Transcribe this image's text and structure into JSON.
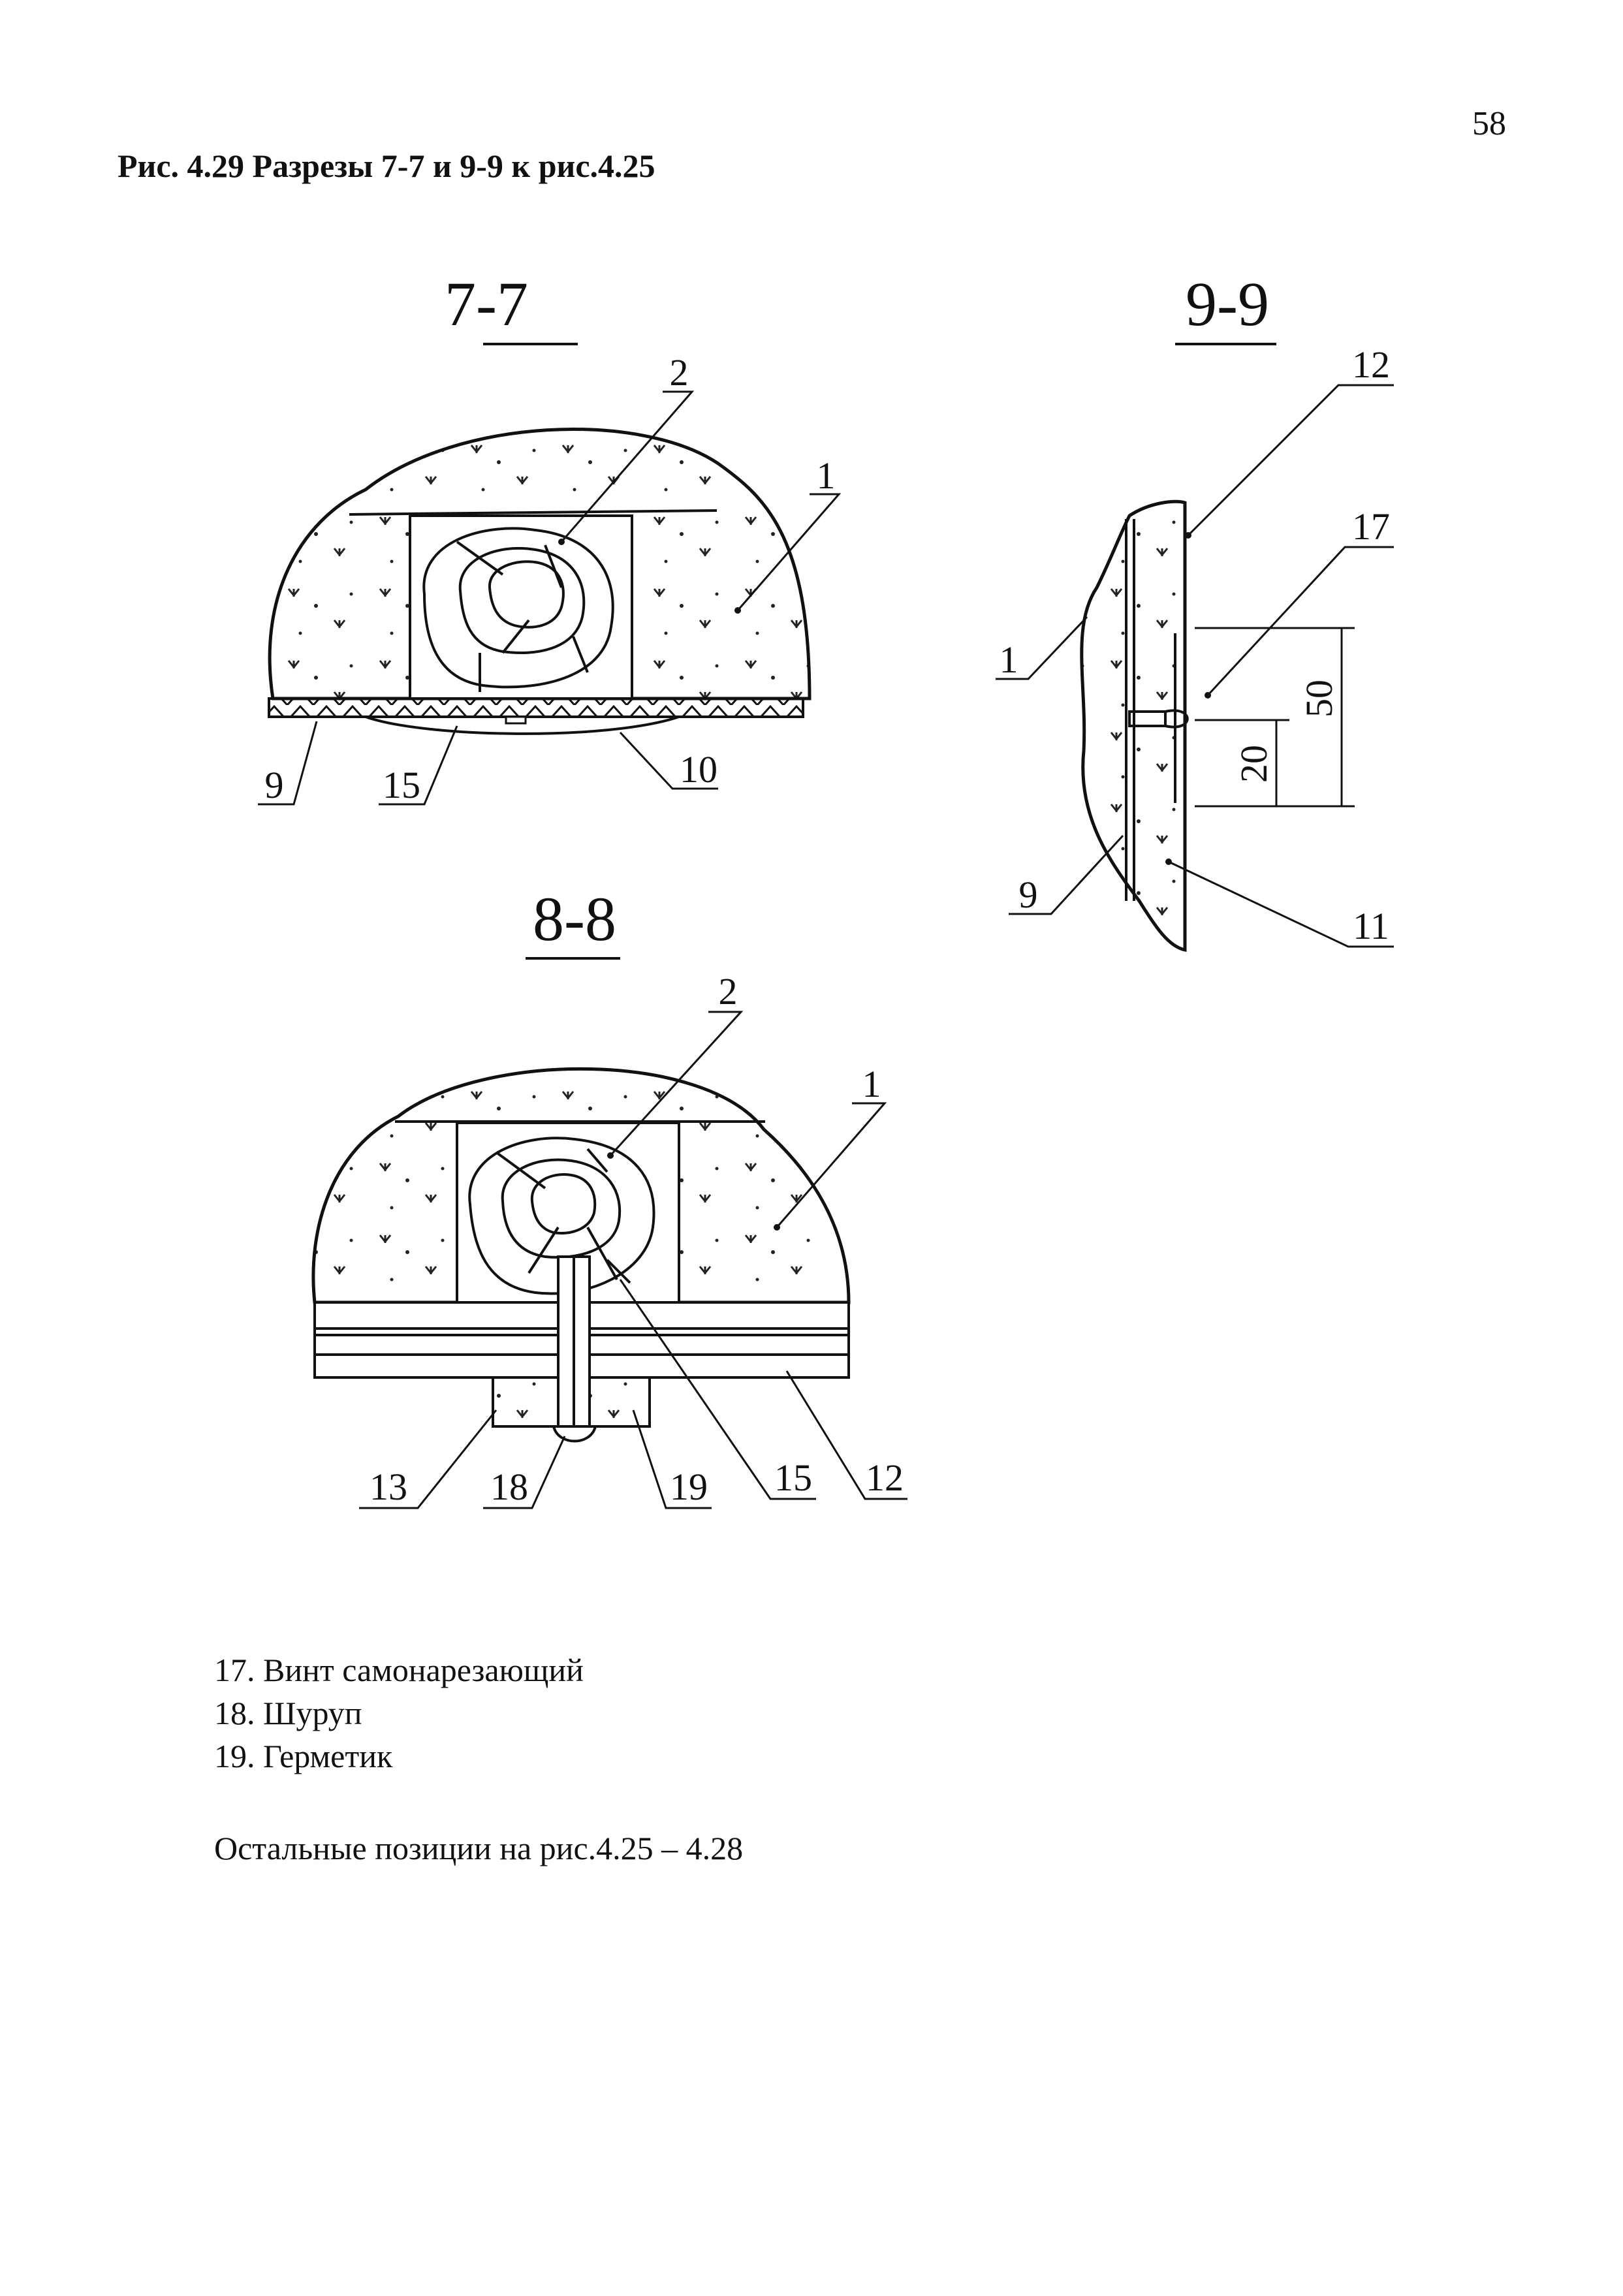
{
  "page_number": "58",
  "figure_caption": "Рис. 4.29 Разрезы 7-7 и 9-9 к рис.4.25",
  "sections": {
    "s77": {
      "title": "7-7",
      "labels": {
        "l2": "2",
        "l1": "1",
        "l9": "9",
        "l15": "15",
        "l10": "10"
      }
    },
    "s99": {
      "title": "9-9",
      "labels": {
        "l12": "12",
        "l17": "17",
        "l1": "1",
        "l9": "9",
        "l11": "11"
      },
      "dimensions": {
        "d50": "50",
        "d20": "20"
      }
    },
    "s88": {
      "title": "8-8",
      "labels": {
        "l2": "2",
        "l1": "1",
        "l13": "13",
        "l18": "18",
        "l19": "19",
        "l15": "15",
        "l12": "12"
      }
    }
  },
  "legend": [
    "17. Винт самонарезающий",
    "18. Шуруп",
    "19. Герметик"
  ],
  "note": "Остальные позиции на рис.4.25 – 4.28"
}
